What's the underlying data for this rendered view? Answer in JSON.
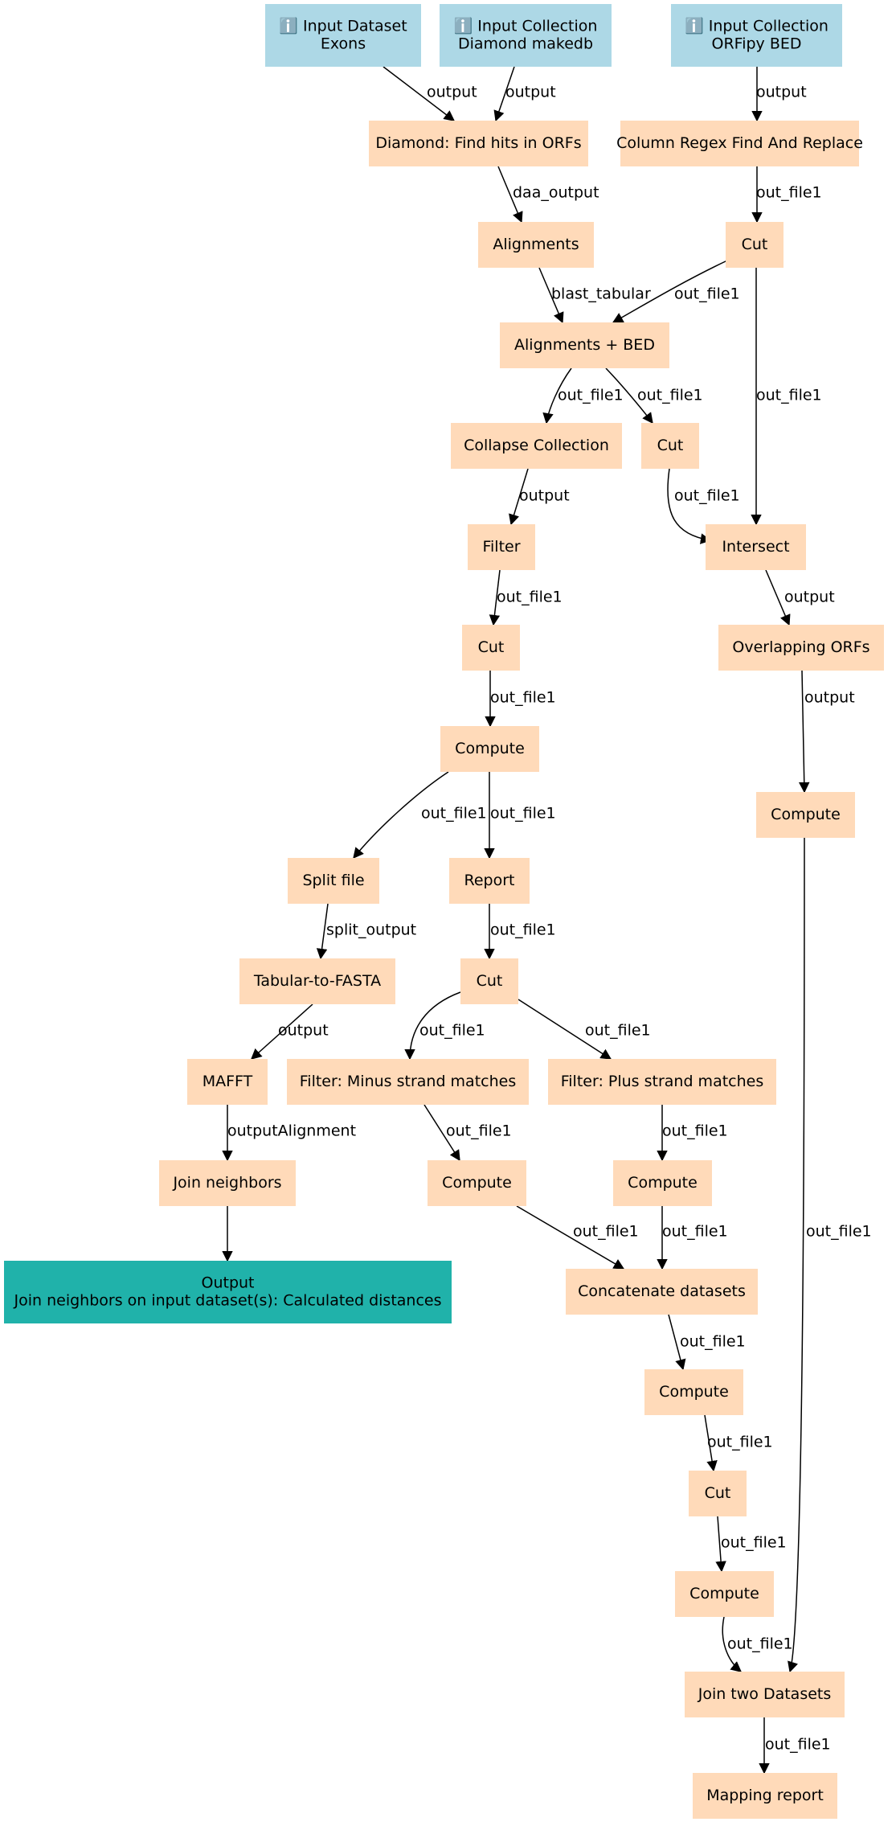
{
  "colors": {
    "input": "#add8e6",
    "tool": "#ffdab9",
    "output": "#20b2aa",
    "edge": "#000000"
  },
  "nodes": [
    {
      "id": "in_exons",
      "kind": "input",
      "icon": "info-icon",
      "lines": [
        "ℹ️ Input Dataset",
        "Exons"
      ]
    },
    {
      "id": "in_diamond",
      "kind": "input",
      "icon": "info-icon",
      "lines": [
        "ℹ️ Input Collection",
        "Diamond makedb"
      ]
    },
    {
      "id": "in_orfipy",
      "kind": "input",
      "icon": "info-icon",
      "lines": [
        "ℹ️ Input Collection",
        "ORFipy BED"
      ]
    },
    {
      "id": "diamond",
      "kind": "tool",
      "lines": [
        "Diamond: Find hits in ORFs"
      ]
    },
    {
      "id": "regex",
      "kind": "tool",
      "lines": [
        "Column Regex Find And Replace"
      ]
    },
    {
      "id": "alignments",
      "kind": "tool",
      "lines": [
        "Alignments"
      ]
    },
    {
      "id": "cut1",
      "kind": "tool",
      "lines": [
        "Cut"
      ]
    },
    {
      "id": "alnbed",
      "kind": "tool",
      "lines": [
        "Alignments + BED"
      ]
    },
    {
      "id": "collapse",
      "kind": "tool",
      "lines": [
        "Collapse Collection"
      ]
    },
    {
      "id": "cut2",
      "kind": "tool",
      "lines": [
        "Cut"
      ]
    },
    {
      "id": "filter",
      "kind": "tool",
      "lines": [
        "Filter"
      ]
    },
    {
      "id": "intersect",
      "kind": "tool",
      "lines": [
        "Intersect"
      ]
    },
    {
      "id": "cut3",
      "kind": "tool",
      "lines": [
        "Cut"
      ]
    },
    {
      "id": "overlap",
      "kind": "tool",
      "lines": [
        "Overlapping ORFs"
      ]
    },
    {
      "id": "compute1",
      "kind": "tool",
      "lines": [
        "Compute"
      ]
    },
    {
      "id": "compute2",
      "kind": "tool",
      "lines": [
        "Compute"
      ]
    },
    {
      "id": "split",
      "kind": "tool",
      "lines": [
        "Split file"
      ]
    },
    {
      "id": "report",
      "kind": "tool",
      "lines": [
        "Report"
      ]
    },
    {
      "id": "tab2fasta",
      "kind": "tool",
      "lines": [
        "Tabular-to-FASTA"
      ]
    },
    {
      "id": "cut4",
      "kind": "tool",
      "lines": [
        "Cut"
      ]
    },
    {
      "id": "mafft",
      "kind": "tool",
      "lines": [
        "MAFFT"
      ]
    },
    {
      "id": "fminus",
      "kind": "tool",
      "lines": [
        "Filter: Minus strand matches"
      ]
    },
    {
      "id": "fplus",
      "kind": "tool",
      "lines": [
        "Filter: Plus strand matches"
      ]
    },
    {
      "id": "join_nb",
      "kind": "tool",
      "lines": [
        "Join neighbors"
      ]
    },
    {
      "id": "compute3",
      "kind": "tool",
      "lines": [
        "Compute"
      ]
    },
    {
      "id": "compute4",
      "kind": "tool",
      "lines": [
        "Compute"
      ]
    },
    {
      "id": "output",
      "kind": "output",
      "lines": [
        "Output",
        "Join neighbors on input dataset(s): Calculated distances"
      ]
    },
    {
      "id": "concat",
      "kind": "tool",
      "lines": [
        "Concatenate datasets"
      ]
    },
    {
      "id": "compute5",
      "kind": "tool",
      "lines": [
        "Compute"
      ]
    },
    {
      "id": "cut5",
      "kind": "tool",
      "lines": [
        "Cut"
      ]
    },
    {
      "id": "compute6",
      "kind": "tool",
      "lines": [
        "Compute"
      ]
    },
    {
      "id": "join2",
      "kind": "tool",
      "lines": [
        "Join two Datasets"
      ]
    },
    {
      "id": "mapping",
      "kind": "tool",
      "lines": [
        "Mapping report"
      ]
    }
  ],
  "edges": [
    {
      "from": "in_exons",
      "to": "diamond",
      "label": "output"
    },
    {
      "from": "in_diamond",
      "to": "diamond",
      "label": "output"
    },
    {
      "from": "in_orfipy",
      "to": "regex",
      "label": "output"
    },
    {
      "from": "diamond",
      "to": "alignments",
      "label": "daa_output"
    },
    {
      "from": "regex",
      "to": "cut1",
      "label": "out_file1"
    },
    {
      "from": "alignments",
      "to": "alnbed",
      "label": "blast_tabular"
    },
    {
      "from": "cut1",
      "to": "alnbed",
      "label": "out_file1"
    },
    {
      "from": "alnbed",
      "to": "collapse",
      "label": "out_file1"
    },
    {
      "from": "alnbed",
      "to": "cut2",
      "label": "out_file1"
    },
    {
      "from": "cut1",
      "to": "intersect",
      "label": "out_file1"
    },
    {
      "from": "collapse",
      "to": "filter",
      "label": "output"
    },
    {
      "from": "cut2",
      "to": "intersect",
      "label": "out_file1"
    },
    {
      "from": "filter",
      "to": "cut3",
      "label": "out_file1"
    },
    {
      "from": "intersect",
      "to": "overlap",
      "label": "output"
    },
    {
      "from": "cut3",
      "to": "compute1",
      "label": "out_file1"
    },
    {
      "from": "overlap",
      "to": "compute2",
      "label": "output"
    },
    {
      "from": "compute1",
      "to": "split",
      "label": "out_file1"
    },
    {
      "from": "compute1",
      "to": "report",
      "label": "out_file1"
    },
    {
      "from": "split",
      "to": "tab2fasta",
      "label": "split_output"
    },
    {
      "from": "report",
      "to": "cut4",
      "label": "out_file1"
    },
    {
      "from": "tab2fasta",
      "to": "mafft",
      "label": "output"
    },
    {
      "from": "cut4",
      "to": "fminus",
      "label": "out_file1"
    },
    {
      "from": "cut4",
      "to": "fplus",
      "label": "out_file1"
    },
    {
      "from": "mafft",
      "to": "join_nb",
      "label": "outputAlignment"
    },
    {
      "from": "fminus",
      "to": "compute3",
      "label": "out_file1"
    },
    {
      "from": "fplus",
      "to": "compute4",
      "label": "out_file1"
    },
    {
      "from": "join_nb",
      "to": "output",
      "label": ""
    },
    {
      "from": "compute3",
      "to": "concat",
      "label": "out_file1"
    },
    {
      "from": "compute4",
      "to": "concat",
      "label": "out_file1"
    },
    {
      "from": "concat",
      "to": "compute5",
      "label": "out_file1"
    },
    {
      "from": "compute5",
      "to": "cut5",
      "label": "out_file1"
    },
    {
      "from": "cut5",
      "to": "compute6",
      "label": "out_file1"
    },
    {
      "from": "compute6",
      "to": "join2",
      "label": "out_file1"
    },
    {
      "from": "compute2",
      "to": "join2",
      "label": "out_file1"
    },
    {
      "from": "join2",
      "to": "mapping",
      "label": "out_file1"
    }
  ]
}
